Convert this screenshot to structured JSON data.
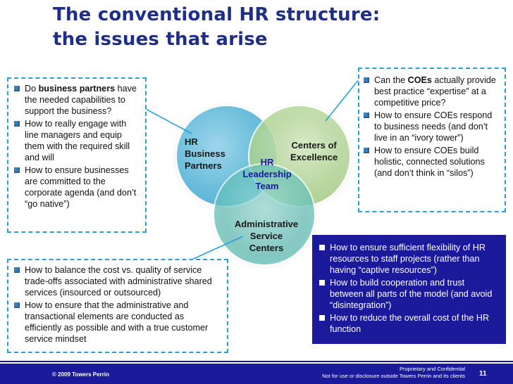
{
  "title": {
    "line1": "The conventional HR structure:",
    "line2": "the issues that arise"
  },
  "left_top_box": {
    "items": [
      {
        "pre": "Do ",
        "bold": "business partners",
        "post": " have the needed capabilities to support the business?"
      },
      {
        "pre": "How to really engage with line managers and equip them with the required skill and will",
        "bold": "",
        "post": ""
      },
      {
        "pre": "How to ensure businesses are committed to the corporate agenda (and don’t “go native”)",
        "bold": "",
        "post": ""
      }
    ]
  },
  "right_top_box": {
    "items": [
      {
        "pre": "Can the ",
        "bold": "COEs",
        "post": " actually provide best practice “expertise” at a competitive price?"
      },
      {
        "pre": "How to ensure COEs respond to business needs (and don’t live in an “ivory tower”)",
        "bold": "",
        "post": ""
      },
      {
        "pre": "How to ensure COEs build holistic, connected solutions (and don’t think in “silos”)",
        "bold": "",
        "post": ""
      }
    ]
  },
  "left_bottom_box": {
    "items": [
      {
        "pre": "How to balance the cost vs. quality of service trade-offs associated with administrative shared services (insourced or outsourced)",
        "bold": "",
        "post": ""
      },
      {
        "pre": "How to ensure that the administrative and transactional elements are conducted as efficiently as possible and with a true customer service mindset",
        "bold": "",
        "post": ""
      }
    ]
  },
  "right_bottom_box": {
    "items": [
      {
        "pre": "How to ensure sufficient flexibility of HR resources to staff projects (rather than having “captive resources”)",
        "bold": "",
        "post": ""
      },
      {
        "pre": "How to build cooperation and trust between all parts of the model (and avoid “disintegration”)",
        "bold": "",
        "post": ""
      },
      {
        "pre": "How to reduce the overall cost of the HR function",
        "bold": "",
        "post": ""
      }
    ]
  },
  "venn": {
    "business_partners": "HR\nBusiness\nPartners",
    "coe": "Centers of\nExcellence",
    "admin": "Administrative\nService\nCenters",
    "leadership": "HR\nLeadership\nTeam",
    "colors": {
      "bp": "#5fb8d8",
      "coe": "#b7d89a",
      "admin": "#6bc4bc",
      "accent": "#1a1a9a",
      "callout_border": "#2a9fd6"
    }
  },
  "footer": {
    "copyright": "© 2009 Towers Perrin",
    "confidential_1": "Proprietary and Confidential",
    "confidential_2": "Not for use or disclosure outside Towers Perrin and its clients",
    "page_number": "11"
  }
}
